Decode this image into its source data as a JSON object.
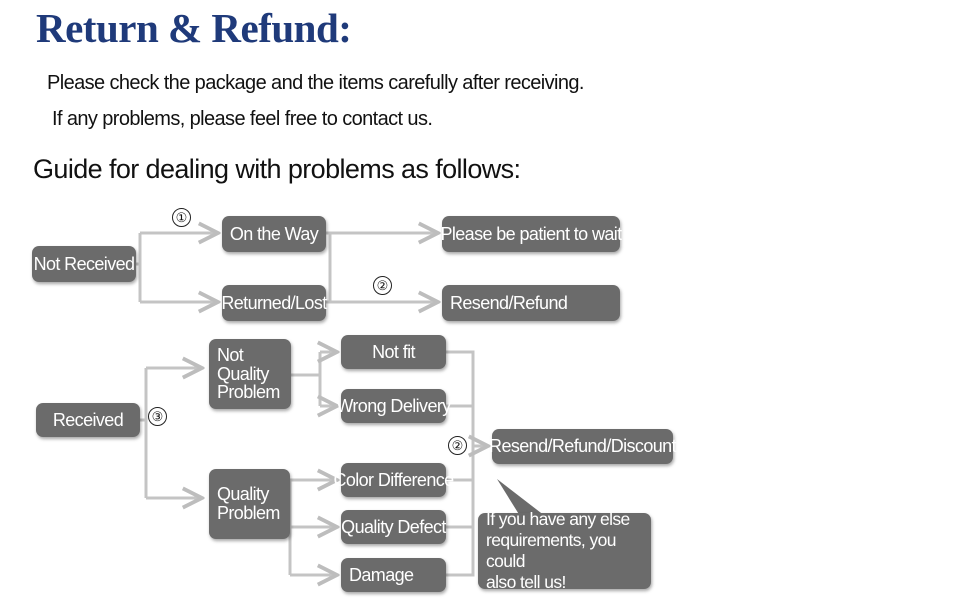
{
  "title": "Return & Refund:",
  "intro_lines": [
    "Please check the package and the items carefully after receiving.",
    "If any problems, please feel free to contact us."
  ],
  "guide_heading": "Guide for dealing with problems as follows:",
  "nodes": {
    "not_received": "Not Received",
    "on_the_way": "On the Way",
    "returned_lost": "Returned/Lost",
    "please_wait": "Please be patient to wait",
    "resend_refund": "Resend/Refund",
    "received": "Received",
    "not_quality_problem": "Not\nQuality\nProblem",
    "not_fit": "Not fit",
    "wrong_delivery": "Wrong Delivery",
    "quality_problem": "Quality\nProblem",
    "color_difference": "Color Difference",
    "quality_defect": "Quality Defect",
    "damage": "Damage",
    "resend_refund_discount": "Resend/Refund/Discount",
    "callout": "If you have any else\nrequirements, you could\nalso tell us!"
  },
  "markers": {
    "m1": "①",
    "m2": "②",
    "m3": "③"
  },
  "colors": {
    "title": "#1f3a7a",
    "box": "#6b6b6b",
    "connector": "#bdbdbd"
  }
}
